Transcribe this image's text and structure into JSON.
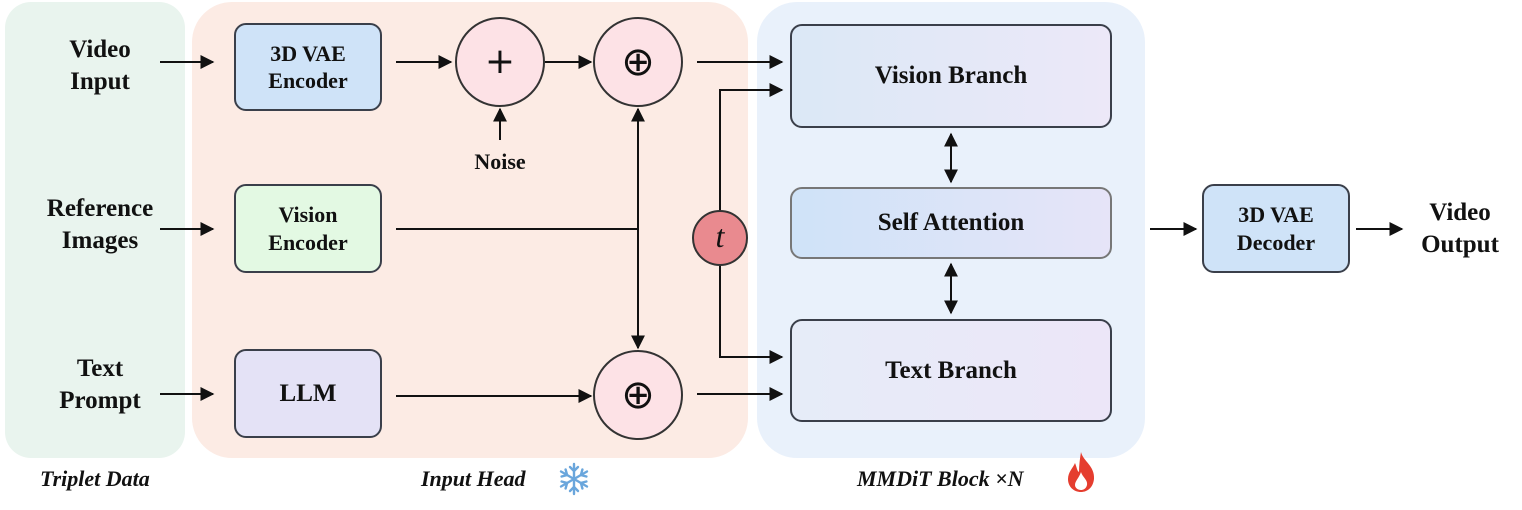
{
  "inputs": {
    "video": "Video\nInput",
    "reference": "Reference\nImages",
    "text": "Text\nPrompt"
  },
  "input_head": {
    "vae_encoder": "3D VAE\nEncoder",
    "vision_encoder": "Vision\nEncoder",
    "llm": "LLM",
    "noise": "Noise",
    "plus_symbol": "+",
    "oplus_symbol": "⊕",
    "timestep": "t"
  },
  "mmdit": {
    "vision_branch": "Vision Branch",
    "self_attention": "Self Attention",
    "text_branch": "Text Branch"
  },
  "output": {
    "vae_decoder": "3D VAE\nDecoder",
    "video_output": "Video\nOutput"
  },
  "captions": {
    "triplet": "Triplet Data",
    "input_head": "Input Head",
    "mmdit": "MMDiT Block ×N"
  },
  "icons": {
    "frozen": "snowflake-icon",
    "trainable": "flame-icon"
  },
  "colors": {
    "triplet_panel": "#e9f4ee",
    "input_head_panel": "#fcebe4",
    "mmdit_panel": "#e9f1fb",
    "vae_box": "#cfe3f8",
    "vision_encoder_box": "#e3f9e3",
    "llm_box": "#e4e2f6",
    "circle_fill": "#fde2e6",
    "t_fill": "#e98a8f",
    "snowflake": "#6aa6dc",
    "flame": "#e53d2f"
  }
}
